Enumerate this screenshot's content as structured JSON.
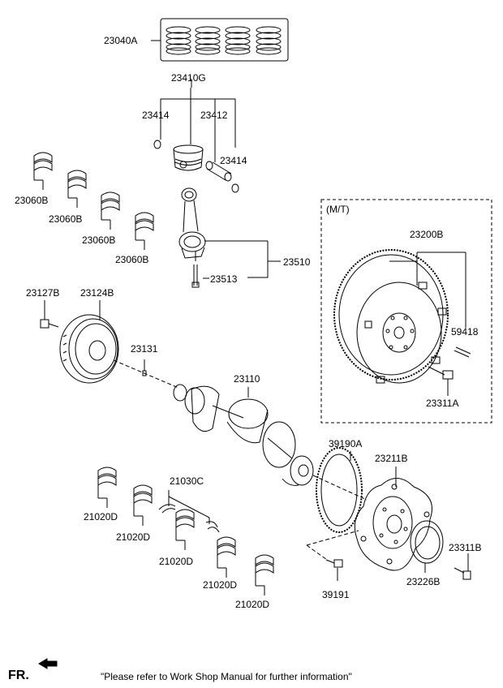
{
  "labels": {
    "rings": "23040A",
    "piston_assy": "23410G",
    "clip_left": "23414",
    "pin": "23412",
    "clip_right": "23414",
    "conrod_bearing_1": "23060B",
    "conrod_bearing_2": "23060B",
    "conrod_bearing_3": "23060B",
    "conrod_bearing_4": "23060B",
    "conrod": "23510",
    "conrod_bolt": "23513",
    "mt_box": "(M/T)",
    "flywheel": "23200B",
    "flywheel_pin": "59418",
    "flywheel_bolt": "23311A",
    "pulley_bolt": "23127B",
    "pulley": "23124B",
    "key": "23131",
    "crankshaft": "23110",
    "target_wheel": "39190A",
    "drive_plate": "23211B",
    "target_bolt": "39191",
    "adapter_plate": "23226B",
    "drive_plate_bolt": "23311B",
    "thrust_bearing": "21030C",
    "main_bearing_1": "21020D",
    "main_bearing_2": "21020D",
    "main_bearing_3": "21020D",
    "main_bearing_4": "21020D",
    "main_bearing_5": "21020D"
  },
  "footer": {
    "direction": "FR.",
    "note": "\"Please refer to Work Shop Manual for further information\""
  }
}
